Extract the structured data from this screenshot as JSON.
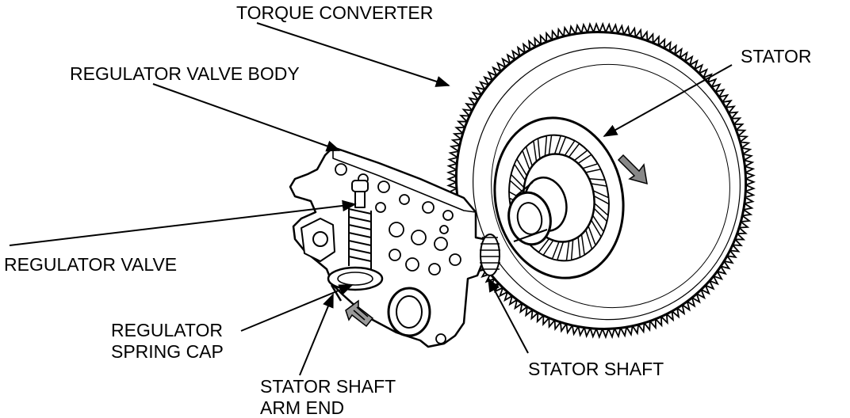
{
  "labels": {
    "torque_converter": "TORQUE CONVERTER",
    "stator": "STATOR",
    "regulator_valve_body": "REGULATOR VALVE BODY",
    "regulator_valve": "REGULATOR VALVE",
    "regulator_spring_cap_line1": "REGULATOR",
    "regulator_spring_cap_line2": "SPRING CAP",
    "stator_shaft": "STATOR SHAFT",
    "stator_shaft_arm_end_line1": "STATOR SHAFT",
    "stator_shaft_arm_end_line2": "ARM END"
  },
  "colors": {
    "ink": "#000000",
    "paper": "#ffffff"
  }
}
